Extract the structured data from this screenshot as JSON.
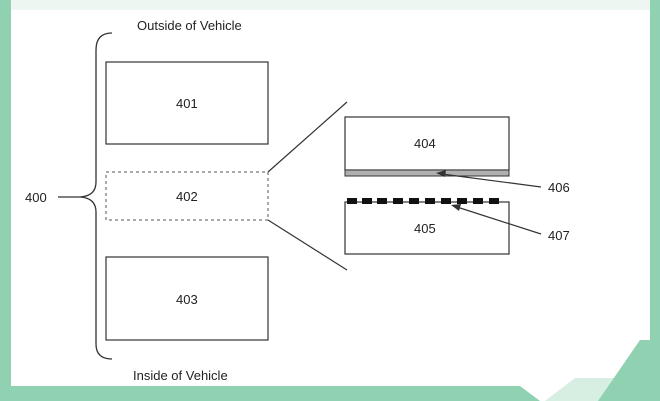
{
  "diagram": {
    "caption_outside": "Outside of Vehicle",
    "caption_inside": "Inside of Vehicle",
    "overall_label": "400",
    "boxes": {
      "b401": "401",
      "b402": "402",
      "b403": "403",
      "b404": "404",
      "b405": "405"
    },
    "callouts": {
      "c406": "406",
      "c407": "407"
    }
  },
  "colors": {
    "frame_green": "#8fd1b0",
    "frame_light": "#d6efe2",
    "line": "#333333",
    "film_fill": "#b0b0b0"
  }
}
